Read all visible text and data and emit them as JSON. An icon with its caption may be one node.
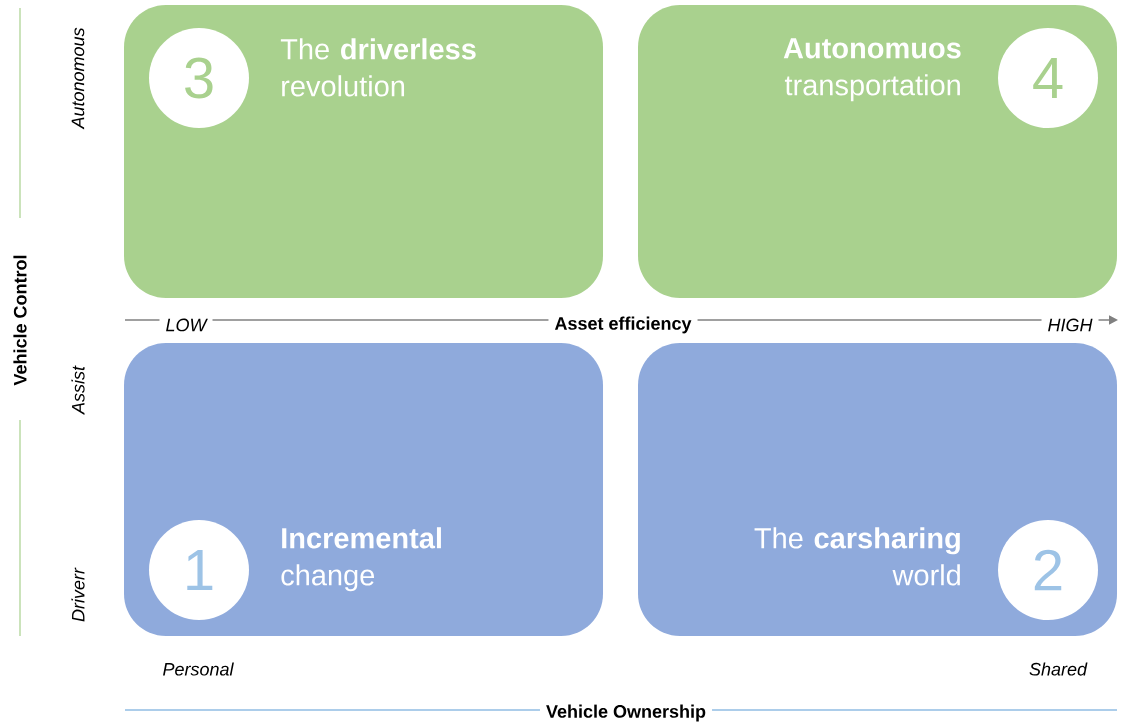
{
  "diagram": {
    "nodes": [
      {
        "text": [
          "The **driverless** revolution"
        ]
      },
      {
        "text": [
          "3"
        ],
        "in": 0
      },
      {
        "text": [
          "**Autonomuos** transportation"
        ]
      },
      {
        "text": [
          "4"
        ],
        "in": 2
      },
      {
        "text": [
          "**Incremental** change"
        ]
      },
      {
        "text": [
          "1"
        ],
        "in": 4
      },
      {
        "text": [
          "The **carsharing** world"
        ]
      },
      {
        "text": [
          "2"
        ],
        "in": 6
      }
    ],
    "labels": [
      "Autonomous",
      "Vehicle Control",
      "Assist",
      "Driverr",
      "LOW",
      "Asset efficiency",
      "HIGH",
      "Personal",
      "Shared",
      "Vehicle Ownership"
    ]
  }
}
